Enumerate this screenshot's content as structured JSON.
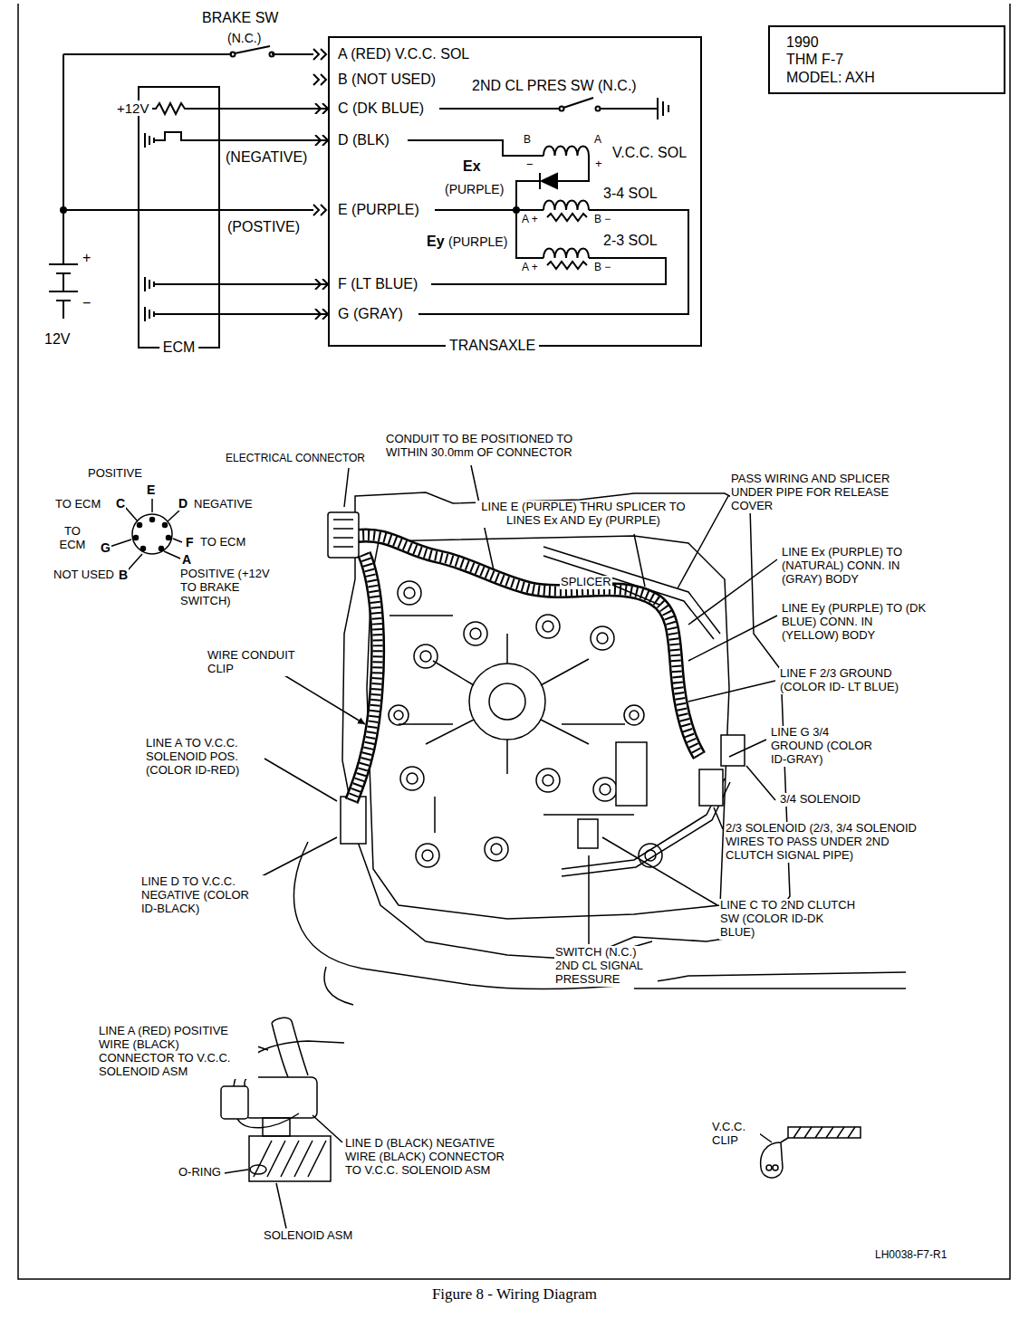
{
  "diagram": {
    "caption": "Figure 8 - Wiring Diagram",
    "nodes": [
      {
        "text": [
          "ECM"
        ]
      },
      {
        "text": [
          "TRANSAXLE"
        ]
      },
      {
        "text": [
          "1990",
          "THM F-7",
          "MODEL: AXH"
        ]
      }
    ],
    "edges": [
      {
        "from": 0,
        "to": 1,
        "arrow": "to"
      },
      {
        "from": 0,
        "to": 1,
        "arrow": "to",
        "label": "(NEGATIVE)"
      },
      {
        "from": 0,
        "to": 1,
        "arrow": "to"
      },
      {
        "from": 0,
        "to": 1,
        "arrow": "to"
      }
    ],
    "labels": [
      "BRAKE SW",
      "(N.C.)",
      "A (RED) V.C.C. SOL",
      "B (NOT USED)",
      "2ND CL PRES SW (N.C.)",
      "+12V",
      "C (DK BLUE)",
      "D (BLK)",
      "B",
      "A",
      "V.C.C. SOL",
      "−",
      "+",
      "Ex",
      "(PURPLE)",
      "3-4 SOL",
      "E (PURPLE)",
      "A +",
      "B −",
      "(POSTIVE)",
      "+",
      "Ey",
      "(PURPLE)",
      "2-3 SOL",
      "A +",
      "B −",
      "F (LT BLUE)",
      "−",
      "G (GRAY)",
      "12V",
      "CONDUIT TO BE POSITIONED TO WITHIN 30.0mm OF CONNECTOR",
      "ELECTRICAL CONNECTOR",
      "PASS WIRING AND SPLICER UNDER PIPE FOR RELEASE COVER",
      "POSITIVE",
      "E",
      "LINE E (PURPLE) THRU SPLICER TO LINES Ex AND Ey (PURPLE)",
      "TO ECM",
      "C",
      "D",
      "NEGATIVE",
      "TO ECM",
      "G",
      "F",
      "TO ECM",
      "NOT USED",
      "B",
      "A",
      "POSITIVE (+12V TO BRAKE SWITCH)",
      "SPLICER",
      "LINE Ex (PURPLE) TO (NATURAL) CONN. IN (GRAY) BODY",
      "LINE Ey (PURPLE) TO (DK BLUE) CONN. IN (YELLOW) BODY",
      "WIRE CONDUIT CLIP",
      "LINE F 2/3 GROUND (COLOR ID- LT BLUE)",
      "LINE G 3/4 GROUND (COLOR ID-GRAY)",
      "LINE A TO V.C.C. SOLENOID POS. (COLOR ID-RED)",
      "3/4 SOLENOID",
      "2/3 SOLENOID (2/3, 3/4 SOLENOID WIRES TO PASS UNDER 2ND CLUTCH SIGNAL PIPE)",
      "LINE D TO V.C.C. NEGATIVE (COLOR ID-BLACK)",
      "LINE C TO 2ND CLUTCH SW (COLOR ID-DK BLUE)",
      "SWITCH (N.C.) 2ND CL SIGNAL PRESSURE",
      "LINE A (RED) POSITIVE WIRE (BLACK) CONNECTOR TO V.C.C. SOLENOID ASM",
      "LINE D (BLACK) NEGATIVE WIRE (BLACK) CONNECTOR TO V.C.C. SOLENOID ASM",
      "O-RING",
      "V.C.C. CLIP",
      "SOLENOID ASM",
      "LH0038-F7-R1"
    ]
  }
}
